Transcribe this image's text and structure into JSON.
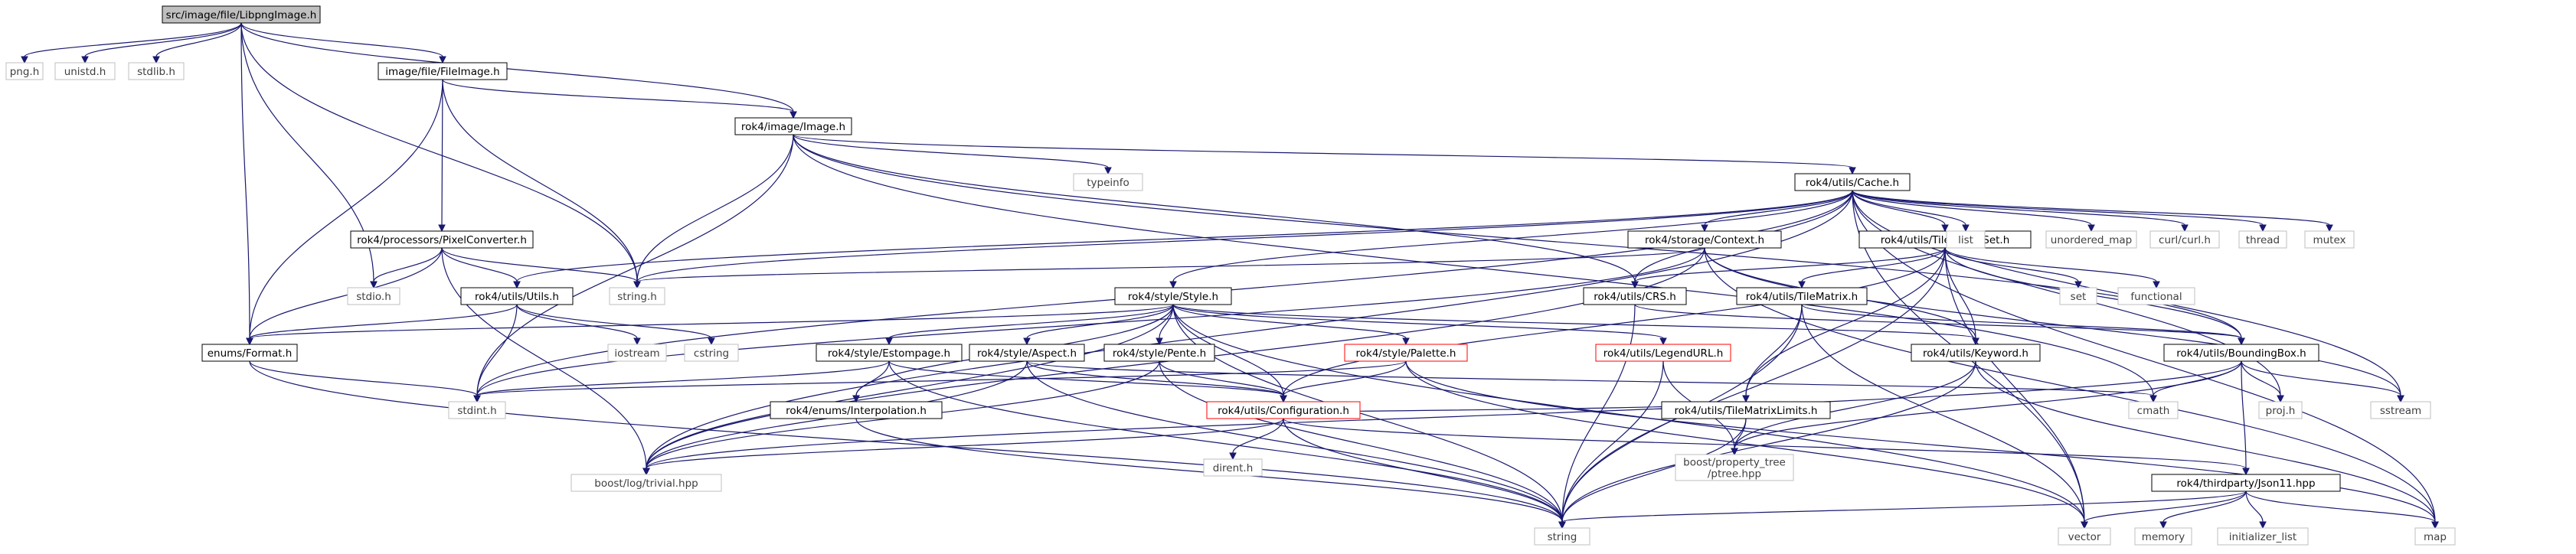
{
  "graph": {
    "nodes": [
      {
        "id": "root",
        "label": "src/image/file/LibpngImage.h",
        "kind": "root"
      },
      {
        "id": "png",
        "label": "png.h",
        "kind": "system"
      },
      {
        "id": "unistd",
        "label": "unistd.h",
        "kind": "system"
      },
      {
        "id": "stdlib",
        "label": "stdlib.h",
        "kind": "system"
      },
      {
        "id": "fileimage",
        "label": "image/file/FileImage.h",
        "kind": "local"
      },
      {
        "id": "image",
        "label": "rok4/image/Image.h",
        "kind": "local"
      },
      {
        "id": "typeinfo",
        "label": "typeinfo",
        "kind": "system"
      },
      {
        "id": "cache",
        "label": "rok4/utils/Cache.h",
        "kind": "local"
      },
      {
        "id": "pixelconv",
        "label": "rok4/processors/PixelConverter.h",
        "kind": "local"
      },
      {
        "id": "stdio",
        "label": "stdio.h",
        "kind": "system"
      },
      {
        "id": "string_h",
        "label": "string.h",
        "kind": "system"
      },
      {
        "id": "context",
        "label": "rok4/storage/Context.h",
        "kind": "local"
      },
      {
        "id": "tms",
        "label": "rok4/utils/TileMatrixSet.h",
        "kind": "local"
      },
      {
        "id": "list",
        "label": "list",
        "kind": "system"
      },
      {
        "id": "unordered_map",
        "label": "unordered_map",
        "kind": "system"
      },
      {
        "id": "curl",
        "label": "curl/curl.h",
        "kind": "system"
      },
      {
        "id": "thread",
        "label": "thread",
        "kind": "system"
      },
      {
        "id": "mutex",
        "label": "mutex",
        "kind": "system"
      },
      {
        "id": "utils",
        "label": "rok4/utils/Utils.h",
        "kind": "local"
      },
      {
        "id": "style",
        "label": "rok4/style/Style.h",
        "kind": "local"
      },
      {
        "id": "crs",
        "label": "rok4/utils/CRS.h",
        "kind": "local"
      },
      {
        "id": "tilematrix",
        "label": "rok4/utils/TileMatrix.h",
        "kind": "local"
      },
      {
        "id": "set",
        "label": "set",
        "kind": "system"
      },
      {
        "id": "functional",
        "label": "functional",
        "kind": "system"
      },
      {
        "id": "format",
        "label": "enums/Format.h",
        "kind": "local"
      },
      {
        "id": "iostream",
        "label": "iostream",
        "kind": "system"
      },
      {
        "id": "cstring",
        "label": "cstring",
        "kind": "system"
      },
      {
        "id": "estompage",
        "label": "rok4/style/Estompage.h",
        "kind": "local"
      },
      {
        "id": "aspect",
        "label": "rok4/style/Aspect.h",
        "kind": "local"
      },
      {
        "id": "pente",
        "label": "rok4/style/Pente.h",
        "kind": "local"
      },
      {
        "id": "palette",
        "label": "rok4/style/Palette.h",
        "kind": "truncated"
      },
      {
        "id": "legendurl",
        "label": "rok4/utils/LegendURL.h",
        "kind": "truncated"
      },
      {
        "id": "tmlimits",
        "label": "rok4/utils/TileMatrixLimits.h",
        "kind": "local"
      },
      {
        "id": "keyword",
        "label": "rok4/utils/Keyword.h",
        "kind": "local"
      },
      {
        "id": "bbox",
        "label": "rok4/utils/BoundingBox.h",
        "kind": "local"
      },
      {
        "id": "stdint",
        "label": "stdint.h",
        "kind": "system"
      },
      {
        "id": "interp",
        "label": "rok4/enums/Interpolation.h",
        "kind": "local"
      },
      {
        "id": "config",
        "label": "rok4/utils/Configuration.h",
        "kind": "truncated"
      },
      {
        "id": "ptree",
        "label": "boost/property_tree\n/ptree.hpp",
        "kind": "system"
      },
      {
        "id": "cmath",
        "label": "cmath",
        "kind": "system"
      },
      {
        "id": "proj",
        "label": "proj.h",
        "kind": "system"
      },
      {
        "id": "sstream",
        "label": "sstream",
        "kind": "system"
      },
      {
        "id": "dirent",
        "label": "dirent.h",
        "kind": "system"
      },
      {
        "id": "boostlog",
        "label": "boost/log/trivial.hpp",
        "kind": "system"
      },
      {
        "id": "json11",
        "label": "rok4/thirdparty/Json11.hpp",
        "kind": "local"
      },
      {
        "id": "string",
        "label": "string",
        "kind": "system"
      },
      {
        "id": "vector",
        "label": "vector",
        "kind": "system"
      },
      {
        "id": "memory",
        "label": "memory",
        "kind": "system"
      },
      {
        "id": "initlist",
        "label": "initializer_list",
        "kind": "system"
      },
      {
        "id": "map",
        "label": "map",
        "kind": "system"
      }
    ],
    "edges": [
      [
        "root",
        "png"
      ],
      [
        "root",
        "unistd"
      ],
      [
        "root",
        "stdlib"
      ],
      [
        "root",
        "fileimage"
      ],
      [
        "root",
        "image"
      ],
      [
        "root",
        "string_h"
      ],
      [
        "root",
        "stdio"
      ],
      [
        "root",
        "format"
      ],
      [
        "fileimage",
        "image"
      ],
      [
        "fileimage",
        "pixelconv"
      ],
      [
        "fileimage",
        "string_h"
      ],
      [
        "fileimage",
        "format"
      ],
      [
        "image",
        "typeinfo"
      ],
      [
        "image",
        "cache"
      ],
      [
        "image",
        "crs"
      ],
      [
        "image",
        "bbox"
      ],
      [
        "image",
        "string_h"
      ],
      [
        "image",
        "stdint"
      ],
      [
        "image",
        "cmath"
      ],
      [
        "cache",
        "list"
      ],
      [
        "cache",
        "unordered_map"
      ],
      [
        "cache",
        "curl"
      ],
      [
        "cache",
        "thread"
      ],
      [
        "cache",
        "mutex"
      ],
      [
        "cache",
        "context"
      ],
      [
        "cache",
        "tms"
      ],
      [
        "cache",
        "style"
      ],
      [
        "cache",
        "crs"
      ],
      [
        "cache",
        "utils"
      ],
      [
        "cache",
        "string_h"
      ],
      [
        "cache",
        "stdint"
      ],
      [
        "cache",
        "boostlog"
      ],
      [
        "cache",
        "vector"
      ],
      [
        "cache",
        "map"
      ],
      [
        "cache",
        "sstream"
      ],
      [
        "cache",
        "proj"
      ],
      [
        "pixelconv",
        "stdio"
      ],
      [
        "pixelconv",
        "utils"
      ],
      [
        "pixelconv",
        "string_h"
      ],
      [
        "pixelconv",
        "format"
      ],
      [
        "pixelconv",
        "boostlog"
      ],
      [
        "context",
        "string_h"
      ],
      [
        "context",
        "stdint"
      ],
      [
        "context",
        "keyword"
      ],
      [
        "context",
        "boostlog"
      ],
      [
        "context",
        "map"
      ],
      [
        "context",
        "sstream"
      ],
      [
        "tms",
        "crs"
      ],
      [
        "tms",
        "tilematrix"
      ],
      [
        "tms",
        "tmlimits"
      ],
      [
        "tms",
        "keyword"
      ],
      [
        "tms",
        "bbox"
      ],
      [
        "tms",
        "set"
      ],
      [
        "tms",
        "functional"
      ],
      [
        "tms",
        "config"
      ],
      [
        "tms",
        "string"
      ],
      [
        "tms",
        "vector"
      ],
      [
        "utils",
        "iostream"
      ],
      [
        "utils",
        "cstring"
      ],
      [
        "utils",
        "stdint"
      ],
      [
        "utils",
        "format"
      ],
      [
        "style",
        "estompage"
      ],
      [
        "style",
        "aspect"
      ],
      [
        "style",
        "pente"
      ],
      [
        "style",
        "palette"
      ],
      [
        "style",
        "legendurl"
      ],
      [
        "style",
        "keyword"
      ],
      [
        "style",
        "interp"
      ],
      [
        "style",
        "config"
      ],
      [
        "style",
        "boostlog"
      ],
      [
        "style",
        "string"
      ],
      [
        "style",
        "vector"
      ],
      [
        "style",
        "format"
      ],
      [
        "crs",
        "bbox"
      ],
      [
        "crs",
        "string"
      ],
      [
        "tilematrix",
        "bbox"
      ],
      [
        "tilematrix",
        "tmlimits"
      ],
      [
        "tilematrix",
        "string"
      ],
      [
        "tilematrix",
        "vector"
      ],
      [
        "estompage",
        "interp"
      ],
      [
        "estompage",
        "config"
      ],
      [
        "estompage",
        "string"
      ],
      [
        "estompage",
        "stdint"
      ],
      [
        "aspect",
        "config"
      ],
      [
        "aspect",
        "boostlog"
      ],
      [
        "aspect",
        "string"
      ],
      [
        "aspect",
        "cmath"
      ],
      [
        "pente",
        "config"
      ],
      [
        "pente",
        "boostlog"
      ],
      [
        "pente",
        "string"
      ],
      [
        "palette",
        "config"
      ],
      [
        "palette",
        "stdint"
      ],
      [
        "palette",
        "vector"
      ],
      [
        "palette",
        "map"
      ],
      [
        "legendurl",
        "ptree"
      ],
      [
        "legendurl",
        "string"
      ],
      [
        "tmlimits",
        "config"
      ],
      [
        "tmlimits",
        "ptree"
      ],
      [
        "tmlimits",
        "string"
      ],
      [
        "keyword",
        "ptree"
      ],
      [
        "keyword",
        "string"
      ],
      [
        "keyword",
        "map"
      ],
      [
        "bbox",
        "ptree"
      ],
      [
        "bbox",
        "cmath"
      ],
      [
        "bbox",
        "proj"
      ],
      [
        "bbox",
        "sstream"
      ],
      [
        "bbox",
        "json11"
      ],
      [
        "bbox",
        "boostlog"
      ],
      [
        "interp",
        "string"
      ],
      [
        "config",
        "dirent"
      ],
      [
        "config",
        "boostlog"
      ],
      [
        "config",
        "json11"
      ],
      [
        "config",
        "string"
      ],
      [
        "json11",
        "string"
      ],
      [
        "json11",
        "vector"
      ],
      [
        "json11",
        "memory"
      ],
      [
        "json11",
        "initlist"
      ],
      [
        "json11",
        "map"
      ],
      [
        "format",
        "stdint"
      ],
      [
        "format",
        "string"
      ]
    ]
  },
  "colors": {
    "edge": "#191970",
    "root_fill": "#bfbfbf",
    "local_border": "#000000",
    "system_border": "#bfbfbf",
    "system_text": "#3f3f3f",
    "truncated_border": "#ff0000"
  }
}
